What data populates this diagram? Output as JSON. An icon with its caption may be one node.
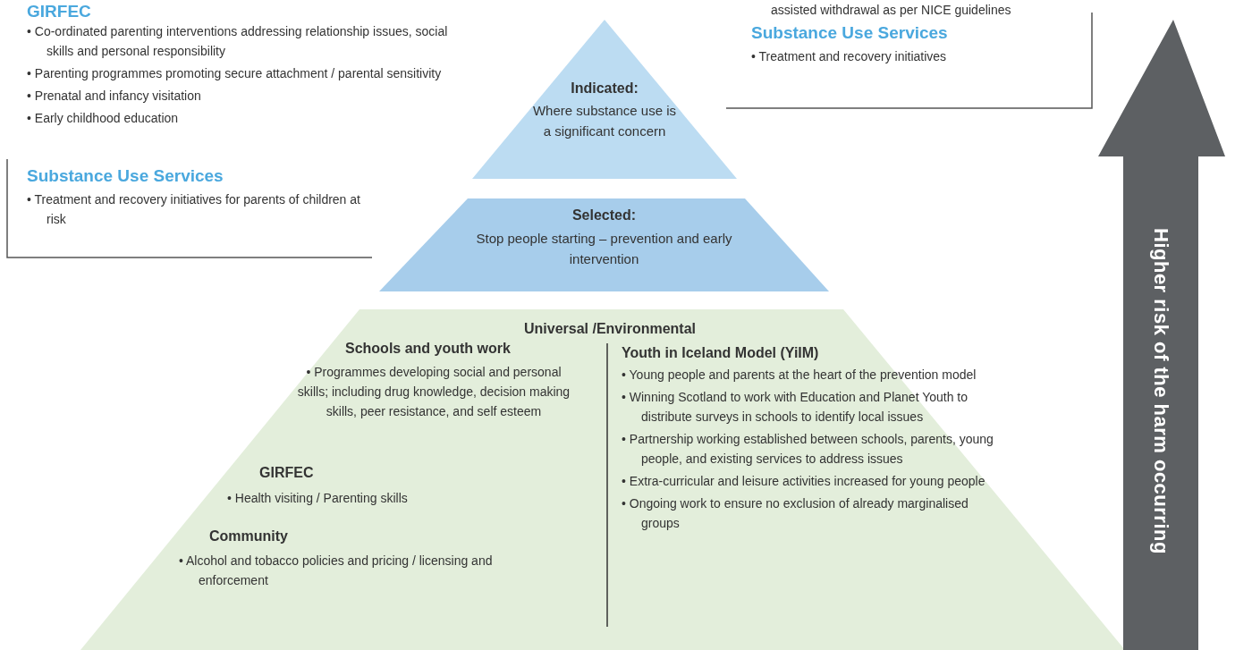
{
  "diagram": {
    "nodes": [
      {
        "text": [
          "GIRFEC",
          "• Co-ordinated parenting interventions addressing relationship issues, social skills and personal responsibility",
          "• Parenting programmes promoting secure attachment / parental sensitivity",
          "• Prenatal and infancy visitation",
          "• Early childhood education",
          "Substance Use Services",
          "• Treatment and recovery initiatives for parents of children at risk"
        ]
      },
      {
        "text": [
          "assisted withdrawal as per NICE guidelines",
          "Substance Use Services",
          "• Treatment and recovery initiatives"
        ]
      },
      {
        "text": [
          "Indicated:",
          "Where substance use is a significant concern"
        ]
      },
      {
        "text": [
          "Selected:",
          "Stop people starting – prevention and early intervention"
        ]
      },
      {
        "text": [
          "Universal /Environmental",
          "Schools and youth work",
          "• Programmes developing social and personal skills; including drug knowledge, decision making skills, peer resistance, and self esteem",
          "GIRFEC",
          "• Health visiting / Parenting skills",
          "Community",
          "• Alcohol and tobacco policies and pricing / licensing and enforcement",
          "Youth in Iceland Model (YiIM)",
          "• Young people and parents at the heart of the prevention model",
          "• Winning Scotland to work with Education and Planet Youth to distribute surveys in schools to identify local issues",
          "• Partnership working established between schools, parents, young people, and existing services to address issues",
          "• Extra-curricular and leisure activities increased for young people",
          "• Ongoing work to ensure no exclusion of already marginalised groups"
        ]
      },
      {
        "text": [
          "Higher risk of the harm occurring"
        ]
      }
    ]
  }
}
